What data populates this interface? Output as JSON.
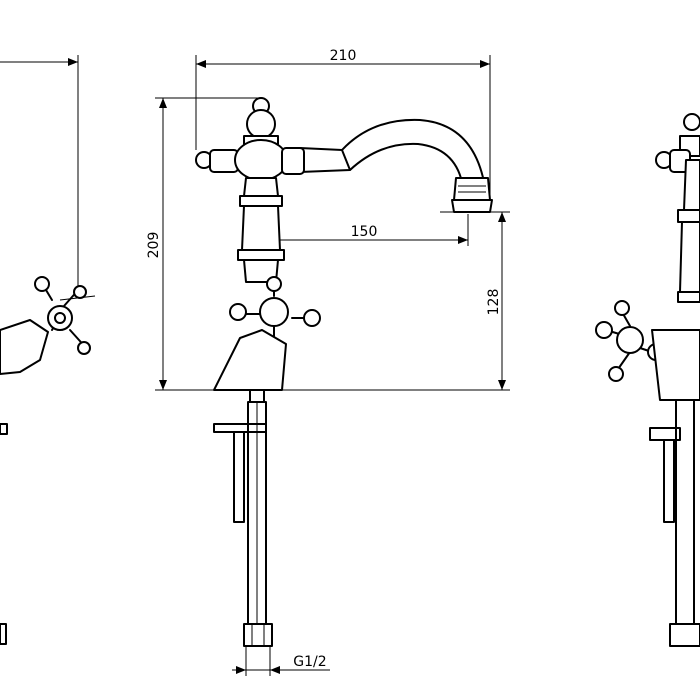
{
  "dimensions": {
    "width_total": "210",
    "height_total": "209",
    "spout_reach": "150",
    "spout_height": "128",
    "thread": "G1/2"
  },
  "views": {
    "left": "side-view",
    "center": "front-view",
    "right": "rear-view"
  }
}
